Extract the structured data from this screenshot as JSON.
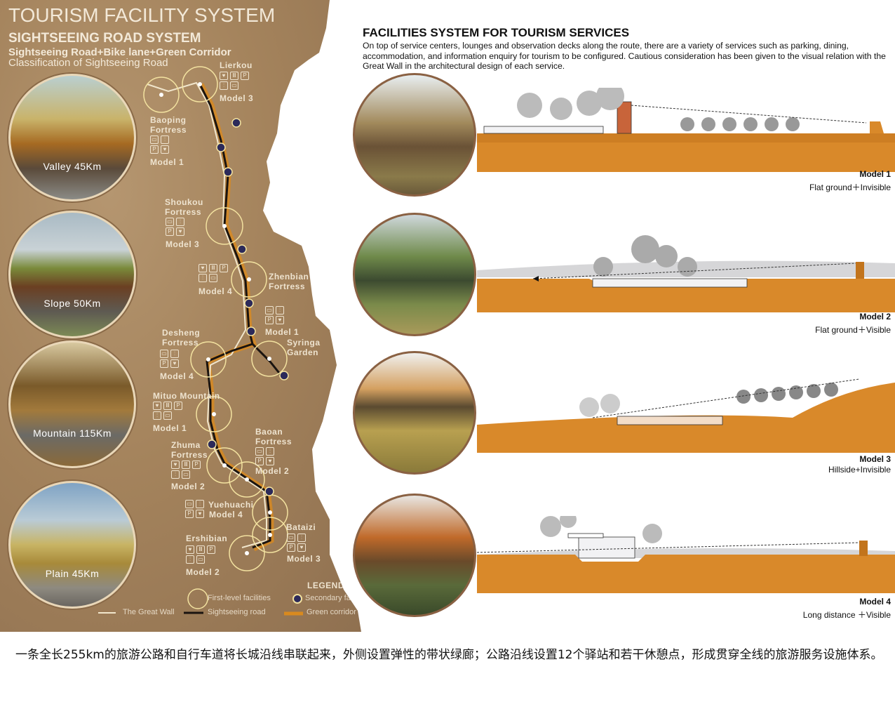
{
  "left": {
    "title": "TOURISM FACILITY SYSTEM",
    "subtitle": "SIGHTSEEING ROAD  SYSTEM",
    "tagline": "Sightseeing Road+Bike lane+Green Corridor",
    "classification": "Classification of Sightseeing Road",
    "road_types": [
      "Valley 45Km",
      "Slope  50Km",
      "Mountain 115Km",
      "Plain 45Km"
    ],
    "stations": [
      {
        "name": "Lierkou",
        "model": "Model 3"
      },
      {
        "name": "Baoping Fortress",
        "model": "Model 1"
      },
      {
        "name": "Shoukou Fortress",
        "model": "Model 3"
      },
      {
        "name": "Zhenbian Fortress",
        "model": "Model 4"
      },
      {
        "name": "Syringa Garden",
        "model": "Model 1"
      },
      {
        "name": "Desheng Fortress",
        "model": "Model 4"
      },
      {
        "name": "Mituo Mountain",
        "model": "Model 1"
      },
      {
        "name": "Zhuma Fortress",
        "model": "Model 2"
      },
      {
        "name": "Baoan Fortress",
        "model": "Model 2"
      },
      {
        "name": "Yuehuachi",
        "model": "Model 4"
      },
      {
        "name": "Ershibian",
        "model": "Model 2"
      },
      {
        "name": "Bataizi",
        "model": "Model 3"
      }
    ],
    "legend": {
      "title": "LEGEND",
      "first_level": "First-level facilities",
      "secondary": "Secondary facilities",
      "great_wall": "The Great Wall",
      "road": "Sightseeing road",
      "corridor": "Green corridor"
    },
    "colors": {
      "road": "#1a1410",
      "corridor": "#d98a1e",
      "wall": "#f1e6cc",
      "facility": "#f3e2a0",
      "secondary_dot": "#2c2a5a"
    }
  },
  "right": {
    "title": "FACILITIES SYSTEM  FOR TOURISM SERVICES",
    "description": "On top of service centers, lounges and observation decks along the route, there are a variety of services such as parking, dining, accommodation, and information enquiry for tourism to be configured. Cautious consideration has been given to the visual relation with the Great Wall in the architectural design of each service.",
    "models": [
      {
        "name": "Model 1",
        "desc": "Flat ground＋Invisible"
      },
      {
        "name": "Model 2",
        "desc": "Flat ground＋Visible"
      },
      {
        "name": "Model 3",
        "desc": "Hillside+Invisible"
      },
      {
        "name": "Model 4",
        "desc": "Long distance ＋Visible"
      }
    ],
    "colors": {
      "ground": "#d9892a",
      "hill": "#cfcfd2"
    }
  },
  "caption": "一条全长255km的旅游公路和自行车道将长城沿线串联起来，外侧设置弹性的带状绿廊；公路沿线设置12个驿站和若干休憩点，形成贯穿全线的旅游服务设施体系。"
}
